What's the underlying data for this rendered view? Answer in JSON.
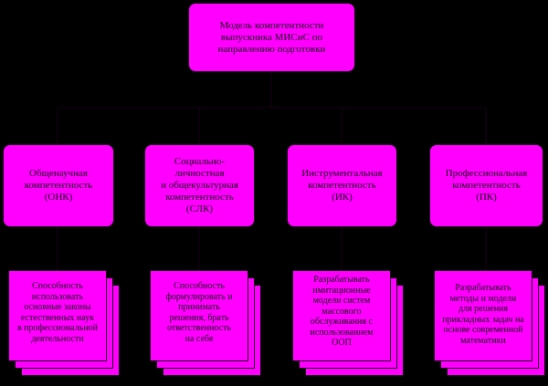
{
  "colors": {
    "background": "#000000",
    "box_fill": "#ff00ff",
    "text": "#1a001a"
  },
  "root": {
    "label": "Модель компетентности\nвыпускника МИСиС  по\nнаправлению подготовки"
  },
  "competencies": [
    {
      "label": "Общенаучная\nкомпетентность\n(ОНК)"
    },
    {
      "label": "Социально-\nличностная\nи общекультурная\nкомпетентность\n(СЛК)"
    },
    {
      "label": "Инструментальная\nкомпетентность\n(ИК)"
    },
    {
      "label": "Профессиональная\nкомпетентность\n(ПК)"
    }
  ],
  "abilities": [
    {
      "label": "Способность\nиспользовать\nосновные законы\nестественных наук\nв профессиональной\nдеятельности"
    },
    {
      "label": "Способность\nформулировать и\nпринимать\nрешения, брать\nответственность\nна себя"
    },
    {
      "label": "Разрабатывать\nимитационные\nмодели систем\nмассового\nобслуживания с\nиспользованием\nООП"
    },
    {
      "label": "Разрабатывать\nметоды и модели\nдля решения\nприкладных задач на\nоснове современной\nматематики"
    }
  ]
}
